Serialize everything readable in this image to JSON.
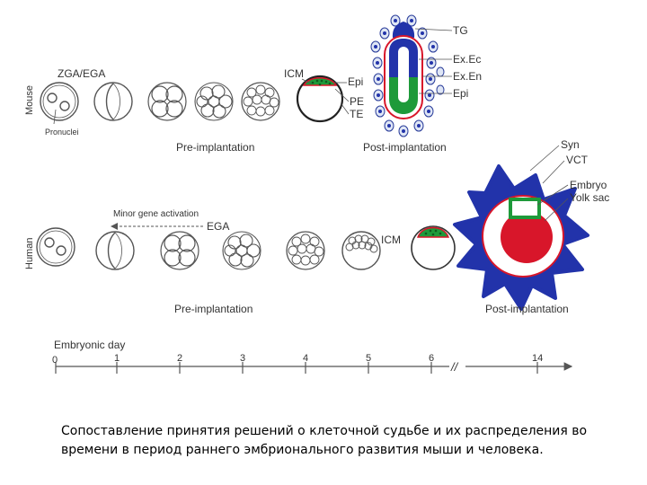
{
  "mouse": {
    "species_label": "Mouse",
    "stage_label": "ZGA/EGA",
    "pronuclei_label": "Pronuclei",
    "icm_label": "ICM",
    "blastocyst_layers": [
      "Epi",
      "PE",
      "TE"
    ],
    "postimplant_layers": [
      "TG",
      "Ex.Ec",
      "Ex.En",
      "Epi"
    ],
    "pre_label": "Pre-implantation",
    "post_label": "Post-implantation"
  },
  "human": {
    "species_label": "Human",
    "minor_label": "Minor gene activation",
    "ega_label": "EGA",
    "icm_label": "ICM",
    "postimplant_layers": [
      "Syn",
      "VCT",
      "Embryo",
      "Yolk sac"
    ],
    "pre_label": "Pre-implantation",
    "post_label": "Post-implantation"
  },
  "timeline": {
    "title": "Embryonic day",
    "ticks": [
      "0",
      "1",
      "2",
      "3",
      "4",
      "5",
      "6",
      "14"
    ],
    "break_symbol": "//"
  },
  "colors": {
    "blue": "#2233aa",
    "green": "#1e9a3a",
    "red": "#d8162a",
    "outline": "#555555"
  },
  "caption": "Сопоставление принятия решений о клеточной судьбе и их распределения во времени в период раннего эмбрионального развития мыши и человека."
}
